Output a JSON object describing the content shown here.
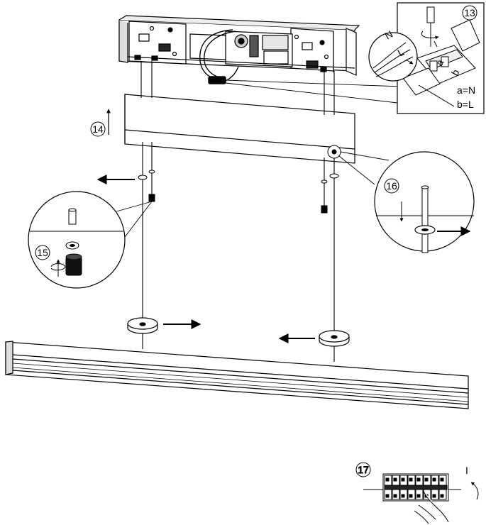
{
  "steps": {
    "s13": "13",
    "s14": "14",
    "s15": "15",
    "s16": "16",
    "s17": "17"
  },
  "wiring": {
    "a_eq": "a=N",
    "b_eq": "b=L",
    "a": "a",
    "b": "b",
    "n": "N",
    "l": "L"
  },
  "switch_mark": "I",
  "colors": {
    "ink": "#000000",
    "paper": "#ffffff",
    "grey": "#888888"
  }
}
